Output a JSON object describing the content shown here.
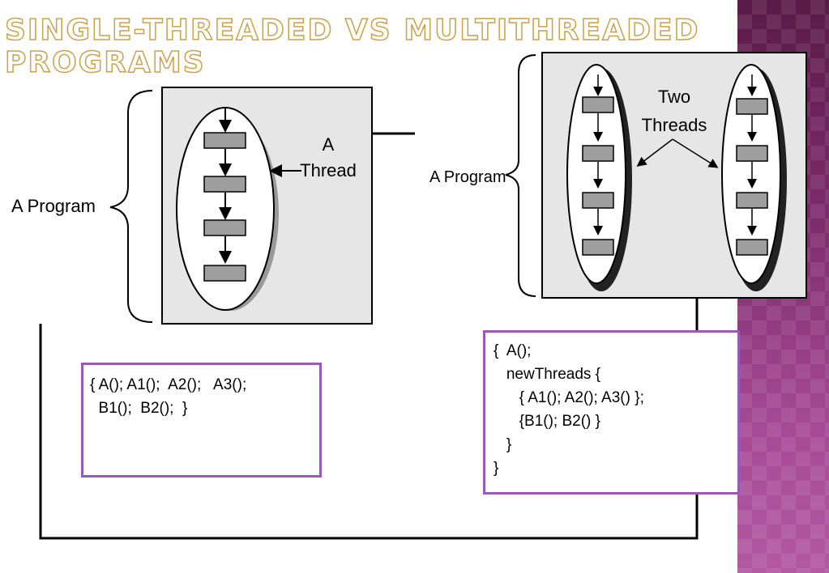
{
  "slide": {
    "title_line1": "Single-Threaded vs Multithreaded",
    "title_line2": "Programs"
  },
  "single_threaded": {
    "program_label": "A Program",
    "thread_label_line1": "A",
    "thread_label_line2": "Thread"
  },
  "multithreaded": {
    "program_label": "A Program",
    "threads_label_line1": "Two",
    "threads_label_line2": "Threads"
  },
  "code_left": {
    "lines": [
      "{ A(); A1();  A2();   A3();",
      "  B1();  B2();  }"
    ]
  },
  "code_right": {
    "lines": [
      "{  A();",
      "   newThreads {",
      "      { A1(); A2(); A3() };",
      "      {B1(); B2() }",
      "   }",
      "}"
    ]
  },
  "colors": {
    "code_box_border": "#9b59b6",
    "side_panel": "#7a2a68",
    "title_outline": "#c9a24a"
  }
}
